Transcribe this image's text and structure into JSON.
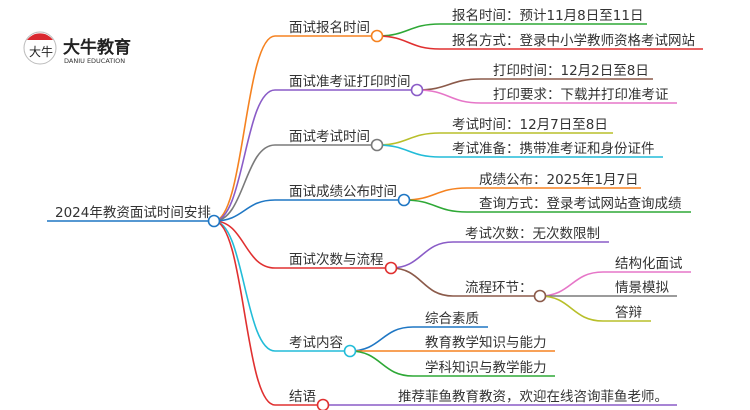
{
  "logo": {
    "name_cn": "大牛教育",
    "name_en": "DANIU EDUCATION",
    "mark_text": "大牛",
    "colors": {
      "red": "#d9282f",
      "dark": "#222222"
    }
  },
  "root": {
    "label": "2024年教资面试时间安排",
    "color": "#1f77c4"
  },
  "branches": [
    {
      "label": "面试报名时间",
      "color": "#f58220",
      "children": [
        {
          "label": "报名时间：预计11月8日至11日",
          "color": "#2ea836"
        },
        {
          "label": "报名方式：登录中小学教师资格考试网站",
          "color": "#e03030"
        }
      ]
    },
    {
      "label": "面试准考证打印时间",
      "color": "#8a5cc7",
      "children": [
        {
          "label": "打印时间：12月2日至8日",
          "color": "#8b5a4a"
        },
        {
          "label": "打印要求：下载并打印准考证",
          "color": "#e676c8"
        }
      ]
    },
    {
      "label": "面试考试时间",
      "color": "#7a7a7a",
      "children": [
        {
          "label": "考试时间：12月7日至8日",
          "color": "#b8bf2a"
        },
        {
          "label": "考试准备：携带准考证和身份证件",
          "color": "#22bcd8"
        }
      ]
    },
    {
      "label": "面试成绩公布时间",
      "color": "#1f77c4",
      "children": [
        {
          "label": "成绩公布：2025年1月7日",
          "color": "#f58220"
        },
        {
          "label": "查询方式：登录考试网站查询成绩",
          "color": "#2ea836"
        }
      ]
    },
    {
      "label": "面试次数与流程",
      "color": "#e03030",
      "children": [
        {
          "label": "考试次数：无次数限制",
          "color": "#8a5cc7"
        },
        {
          "label": "流程环节：",
          "color": "#8b5a4a",
          "children": [
            {
              "label": "结构化面试",
              "color": "#e676c8"
            },
            {
              "label": "情景模拟",
              "color": "#7a7a7a"
            },
            {
              "label": "答辩",
              "color": "#b8bf2a"
            }
          ]
        }
      ]
    },
    {
      "label": "考试内容",
      "color": "#22bcd8",
      "children": [
        {
          "label": "综合素质",
          "color": "#1f77c4"
        },
        {
          "label": "教育教学知识与能力",
          "color": "#f58220"
        },
        {
          "label": "学科知识与教学能力",
          "color": "#2ea836"
        }
      ]
    },
    {
      "label": "结语",
      "color": "#e03030",
      "children": [
        {
          "label": "推荐菲鱼教育教资，欢迎在线咨询菲鱼老师。",
          "color": "#8a5cc7"
        }
      ]
    }
  ]
}
